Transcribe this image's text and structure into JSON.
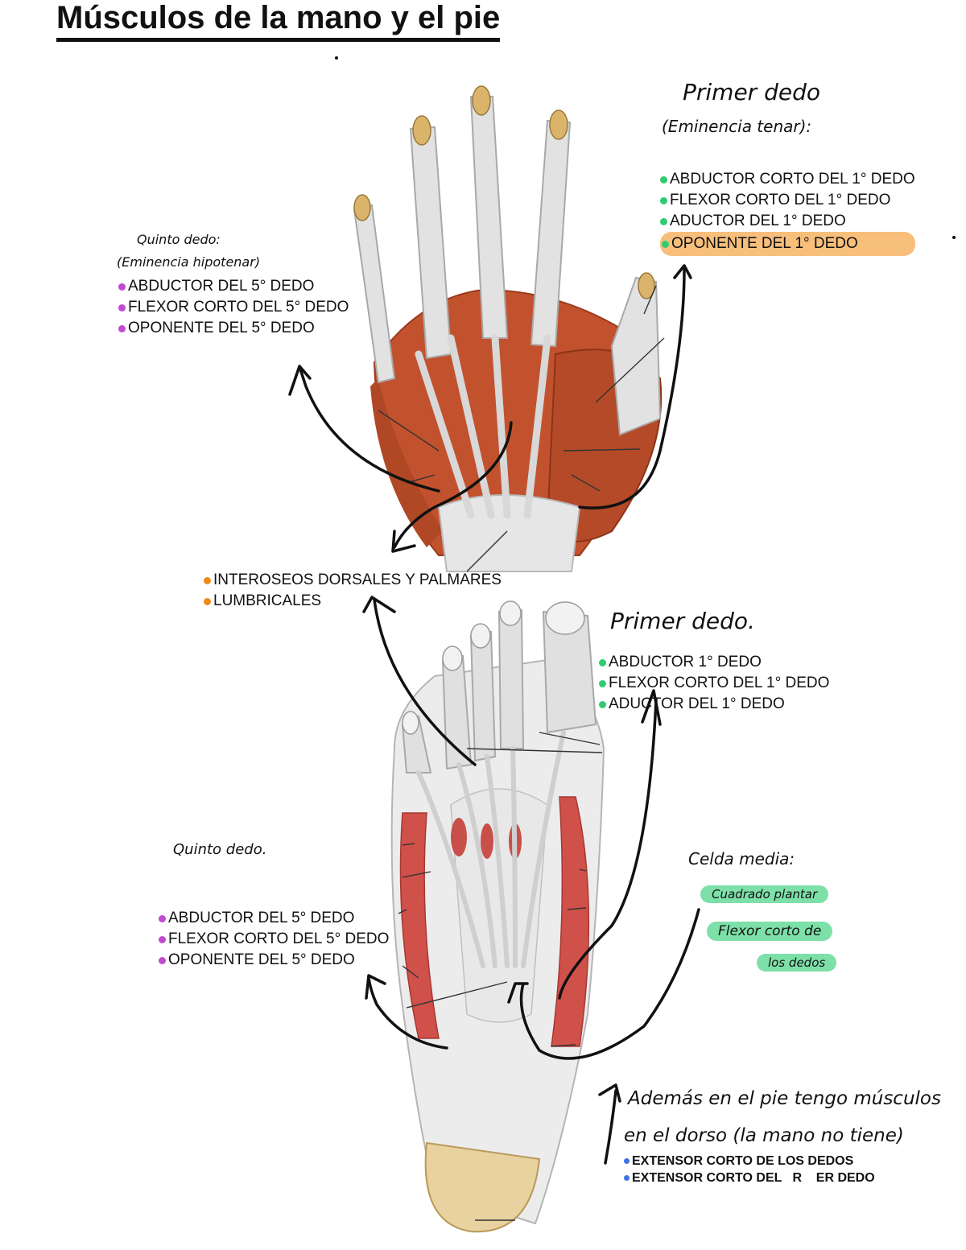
{
  "title": "Músculos de la mano y el pie",
  "colors": {
    "green": "#2ecc71",
    "purple": "#c04bd0",
    "orange": "#f08a16",
    "blue": "#3c74e6",
    "highlight_orange": "#f7bf7b",
    "highlight_green": "#7de0a8",
    "muscle": "#c2522e",
    "tendon": "#dcdcdc"
  },
  "hand": {
    "thumb_heading": "Primer dedo",
    "thumb_subheading": "(Eminencia tenar):",
    "thumb_items": [
      "ABDUCTOR CORTO DEL 1° DEDO",
      "FLEXOR CORTO DEL 1° DEDO",
      "ADUCTOR DEL 1° DEDO",
      "OPONENTE DEL 1° DEDO"
    ],
    "fifth_heading": "Quinto dedo:",
    "fifth_subheading": "(Eminencia hipotenar)",
    "fifth_items": [
      "ABDUCTOR DEL 5° DEDO",
      "FLEXOR CORTO DEL 5° DEDO",
      "OPONENTE DEL 5° DEDO"
    ],
    "middle_items": [
      "INTEROSEOS DORSALES Y PALMARES",
      "LUMBRICALES"
    ]
  },
  "foot": {
    "first_heading": "Primer dedo.",
    "first_items": [
      "ABDUCTOR  1° DEDO",
      "FLEXOR CORTO DEL 1° DEDO",
      "ADUCTOR DEL 1° DEDO"
    ],
    "fifth_heading": "Quinto dedo.",
    "fifth_items": [
      "ABDUCTOR DEL 5° DEDO",
      "FLEXOR CORTO DEL 5° DEDO",
      "OPONENTE DEL 5° DEDO"
    ],
    "middle_heading": "Celda media:",
    "middle_items": [
      "Cuadrado plantar",
      "Flexor corto de",
      "los dedos"
    ],
    "note_line1": "Además en el pie tengo músculos",
    "note_line2": "en el dorso (la mano no tiene)",
    "dorsal_items": [
      "EXTENSOR CORTO DE LOS DEDOS",
      "EXTENSOR CORTO DEL   R    ER DEDO"
    ]
  }
}
